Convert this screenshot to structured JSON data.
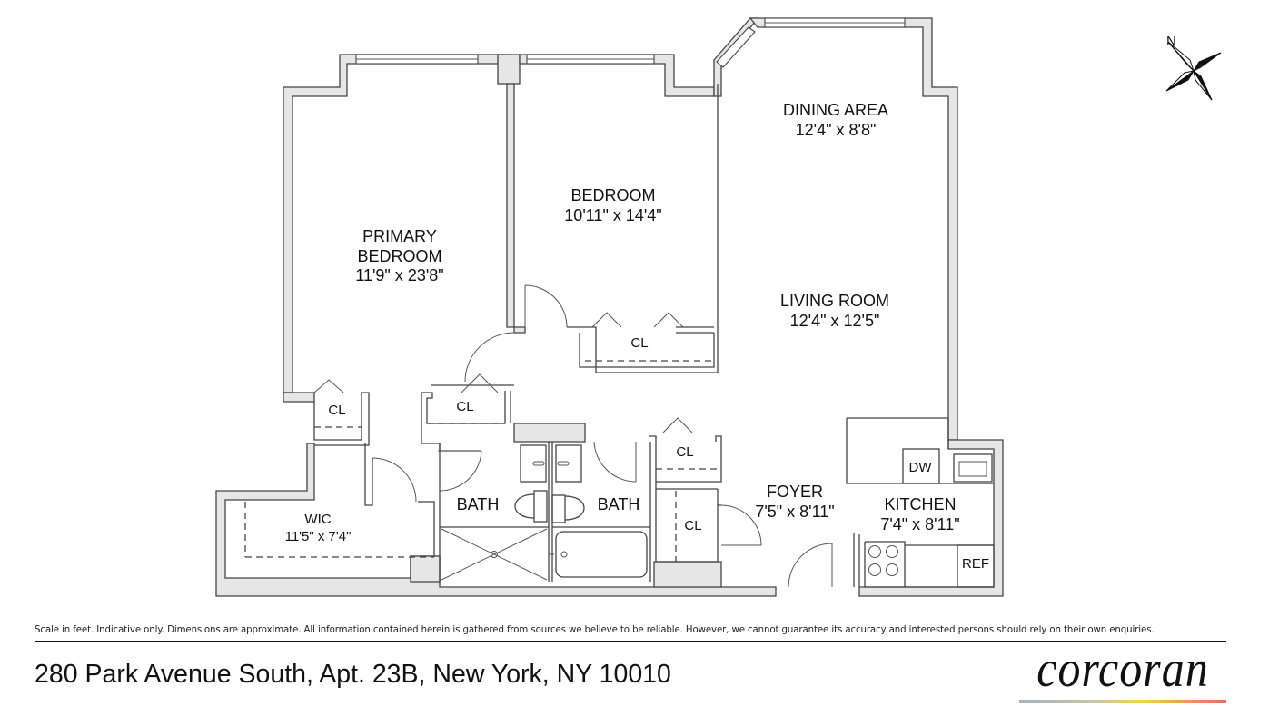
{
  "compass": {
    "label": "N",
    "icon": "north-compass-icon"
  },
  "rooms": {
    "primary_bedroom": {
      "name_line1": "PRIMARY",
      "name_line2": "BEDROOM",
      "size": "11'9\" x 23'8\""
    },
    "bedroom": {
      "name": "BEDROOM",
      "size": "10'11\" x 14'4\""
    },
    "dining_area": {
      "name": "DINING AREA",
      "size": "12'4\" x 8'8\""
    },
    "living_room": {
      "name": "LIVING ROOM",
      "size": "12'4\" x 12'5\""
    },
    "wic": {
      "name": "WIC",
      "size": "11'5\" x 7'4\""
    },
    "bath_1": {
      "name": "BATH"
    },
    "bath_2": {
      "name": "BATH"
    },
    "foyer": {
      "name": "FOYER",
      "size": "7'5\" x 8'11\""
    },
    "kitchen": {
      "name": "KITCHEN",
      "size": "7'4\" x 8'11\""
    }
  },
  "closets": [
    "CL",
    "CL",
    "CL",
    "CL",
    "CL"
  ],
  "appliances": {
    "dishwasher": "DW",
    "refrigerator": "REF"
  },
  "footer": {
    "disclaimer": "Scale in feet. Indicative only. Dimensions are approximate. All information contained herein is gathered from sources we believe to be reliable. However, we cannot guarantee its accuracy and interested persons should rely on their own enquiries.",
    "address": "280 Park Avenue South, Apt. 23B, New York, NY 10010",
    "brand": "corcoran",
    "brand_bar_colors": [
      "#9fb4c8",
      "#f5d33c",
      "#ef6a6a"
    ]
  }
}
